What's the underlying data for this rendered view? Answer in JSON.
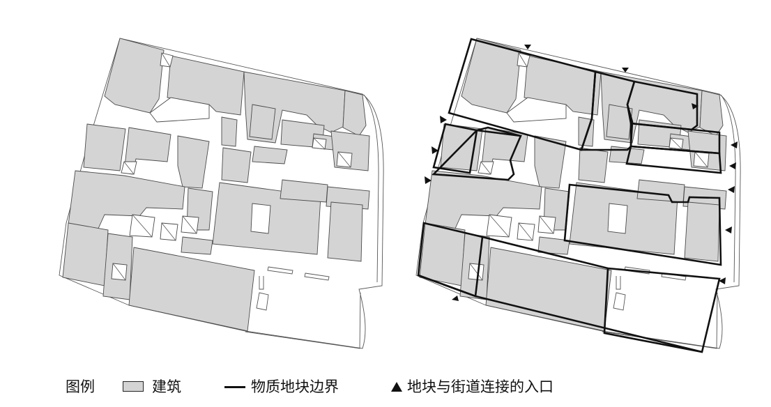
{
  "legend": {
    "title": "图例",
    "building": "建筑",
    "parcel_boundary": "物质地块边界",
    "entrance": "地块与街道连接的入口"
  },
  "colors": {
    "building_fill": "#d4d4d4",
    "outline": "#4a4a4a",
    "parcel_boundary": "#111111",
    "entrance_marker": "#111111"
  },
  "panels": [
    "plan-buildings",
    "plan-parcels-entrances"
  ]
}
